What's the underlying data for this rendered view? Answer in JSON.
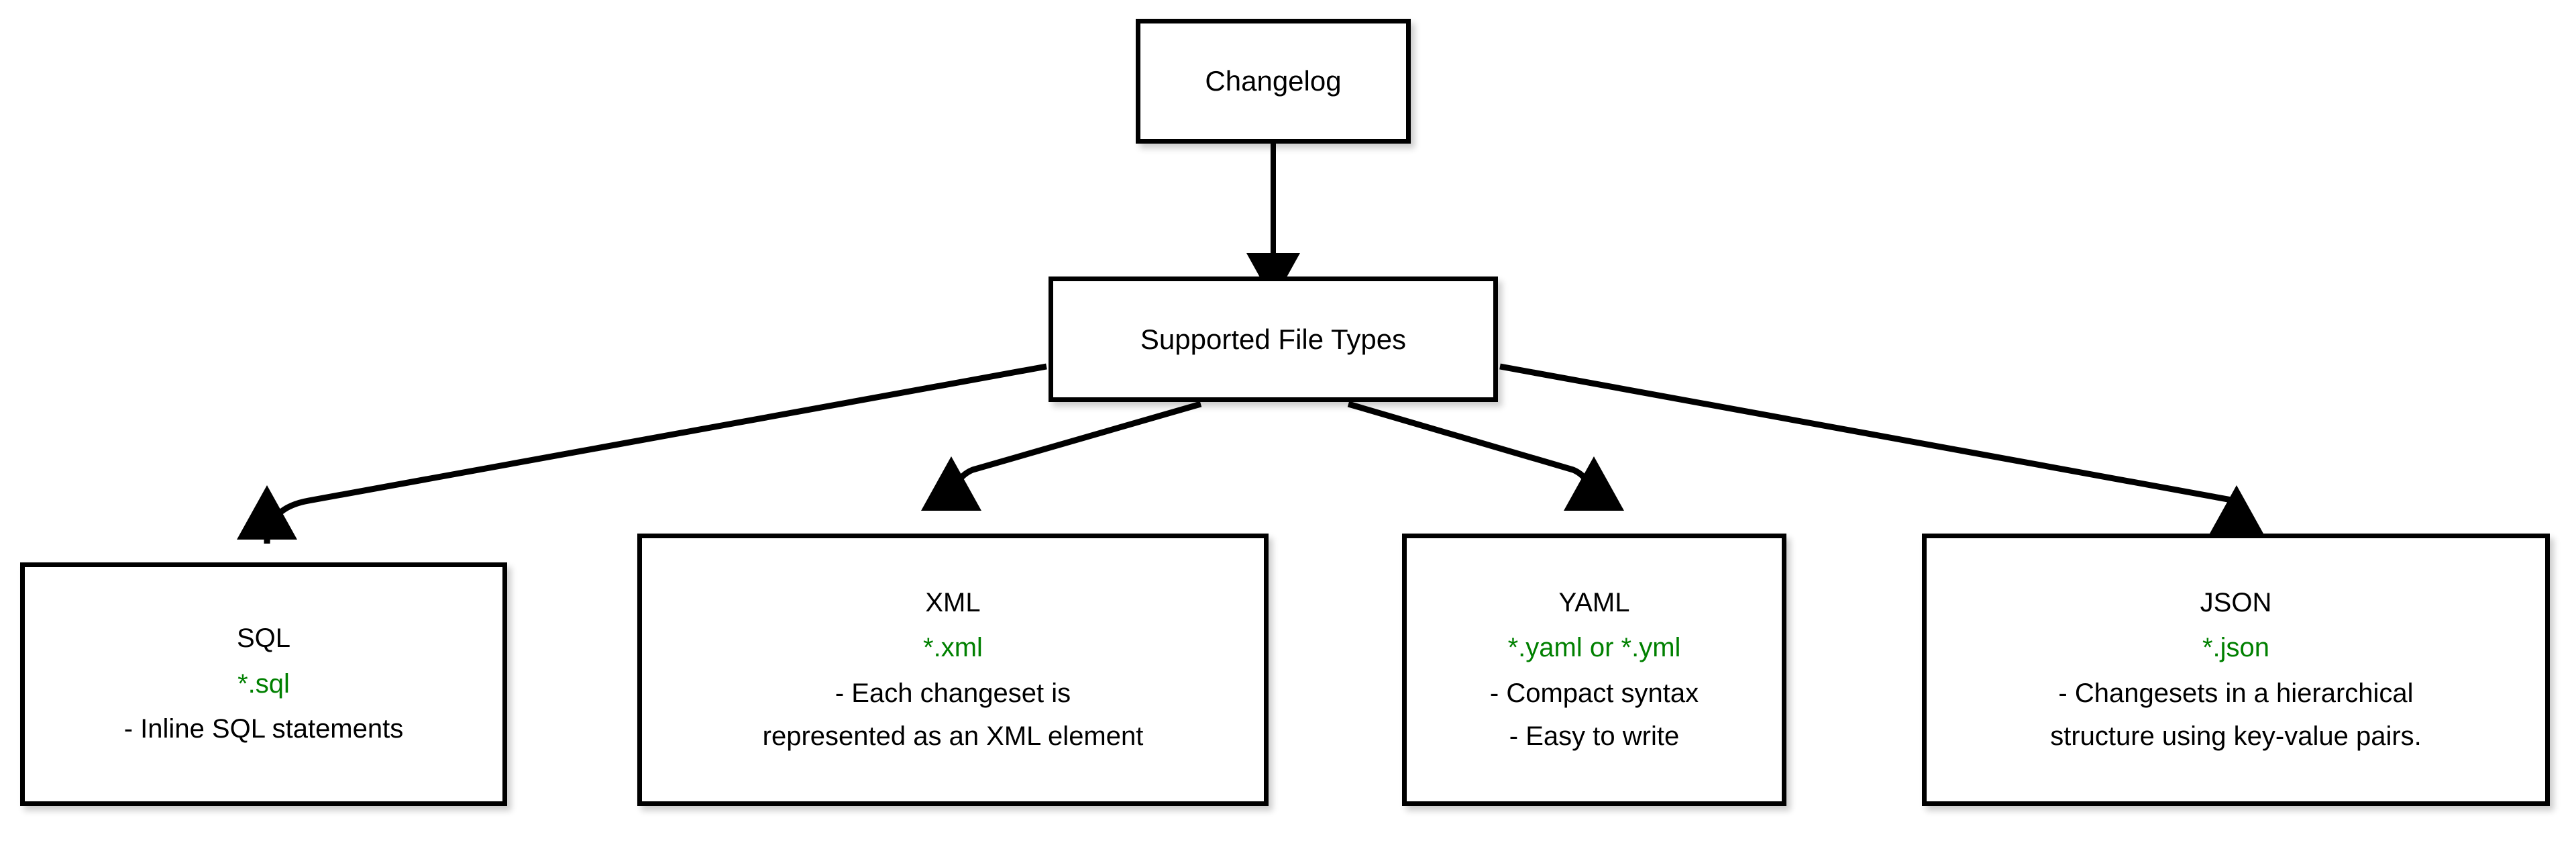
{
  "diagram": {
    "type": "flowchart",
    "background_color": "#ffffff",
    "accent_color": "#008000",
    "border_color": "#000000",
    "root": {
      "id": "changelog",
      "label": "Changelog"
    },
    "hub": {
      "id": "supported",
      "label": "Supported File Types"
    },
    "leaves": [
      {
        "id": "sql",
        "title": "SQL",
        "extension": "*.sql",
        "description_lines": [
          "- Inline SQL statements"
        ]
      },
      {
        "id": "xml",
        "title": "XML",
        "extension": "*.xml",
        "description_lines": [
          "- Each changeset is",
          "represented as an XML element"
        ]
      },
      {
        "id": "yaml",
        "title": "YAML",
        "extension": "*.yaml or *.yml",
        "description_lines": [
          "- Compact syntax",
          "- Easy to write"
        ]
      },
      {
        "id": "json",
        "title": "JSON",
        "extension": "*.json",
        "description_lines": [
          "- Changesets in a hierarchical",
          "structure using key-value pairs."
        ]
      }
    ],
    "edges": [
      {
        "from": "changelog",
        "to": "supported",
        "style": "straight-arrow"
      },
      {
        "from": "supported",
        "to": "sql",
        "style": "curved-arrow"
      },
      {
        "from": "supported",
        "to": "xml",
        "style": "curved-arrow"
      },
      {
        "from": "supported",
        "to": "yaml",
        "style": "curved-arrow"
      },
      {
        "from": "supported",
        "to": "json",
        "style": "curved-arrow"
      }
    ]
  }
}
